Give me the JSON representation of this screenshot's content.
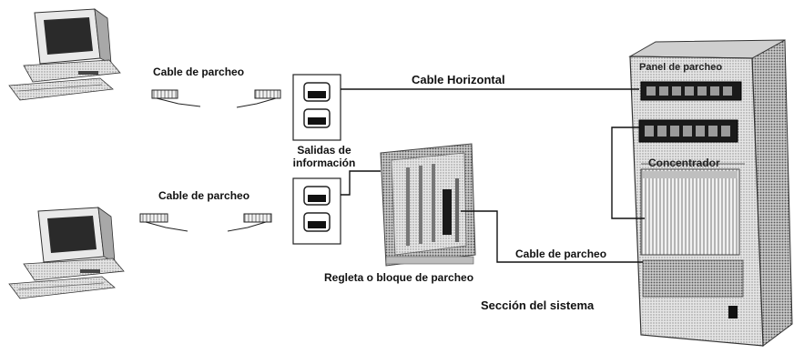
{
  "labels": {
    "patch_cable_top": "Cable de parcheo",
    "patch_cable_bottom": "Cable de parcheo",
    "horizontal_cable": "Cable Horizontal",
    "info_outlets_line1": "Salidas de",
    "info_outlets_line2": "información",
    "punch_block": "Regleta o bloque de parcheo",
    "rack_patch_cable": "Cable de parcheo",
    "system_section": "Sección del sistema",
    "patch_panel": "Panel de parcheo",
    "hub": "Concentrador"
  },
  "colors": {
    "line": "#111111",
    "rack_face": "#d9d9d9",
    "rack_side": "#9a9a9a",
    "dark_port": "#1a1a1a"
  },
  "icons": [
    "computer-icon",
    "patch-cable-icon",
    "wall-outlet-icon",
    "punch-block-icon",
    "rack-cabinet-icon"
  ]
}
